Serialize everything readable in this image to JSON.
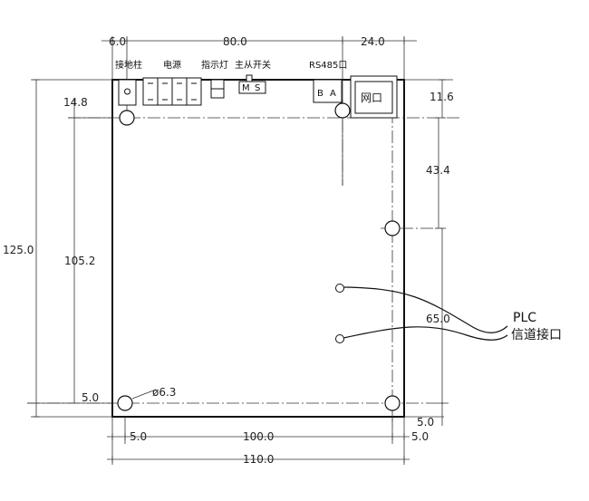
{
  "dimensions": {
    "top_left_offset": "6.0",
    "top_span": "80.0",
    "top_right_span": "24.0",
    "left_top": "14.8",
    "right_top": "11.6",
    "right_mid": "43.4",
    "left_total_height": "125.0",
    "left_inner_height": "105.2",
    "right_plc": "65.0",
    "left_bottom": "5.0",
    "right_bottom": "5.0",
    "hole_diameter": "ø6.3",
    "bottom_left_offset": "5.0",
    "bottom_span": "100.0",
    "bottom_right_offset": "5.0",
    "bottom_total_width": "110.0"
  },
  "components": {
    "ground_post": "接地柱",
    "power": "电源",
    "indicator": "指示灯",
    "master_slave_switch": "主从开关",
    "switch_m": "M",
    "switch_s": "S",
    "rs485": "RS485口",
    "rs485_b": "B",
    "rs485_a": "A",
    "network_port": "网口"
  },
  "plc": {
    "line1": "PLC",
    "line2": "信道接口"
  }
}
